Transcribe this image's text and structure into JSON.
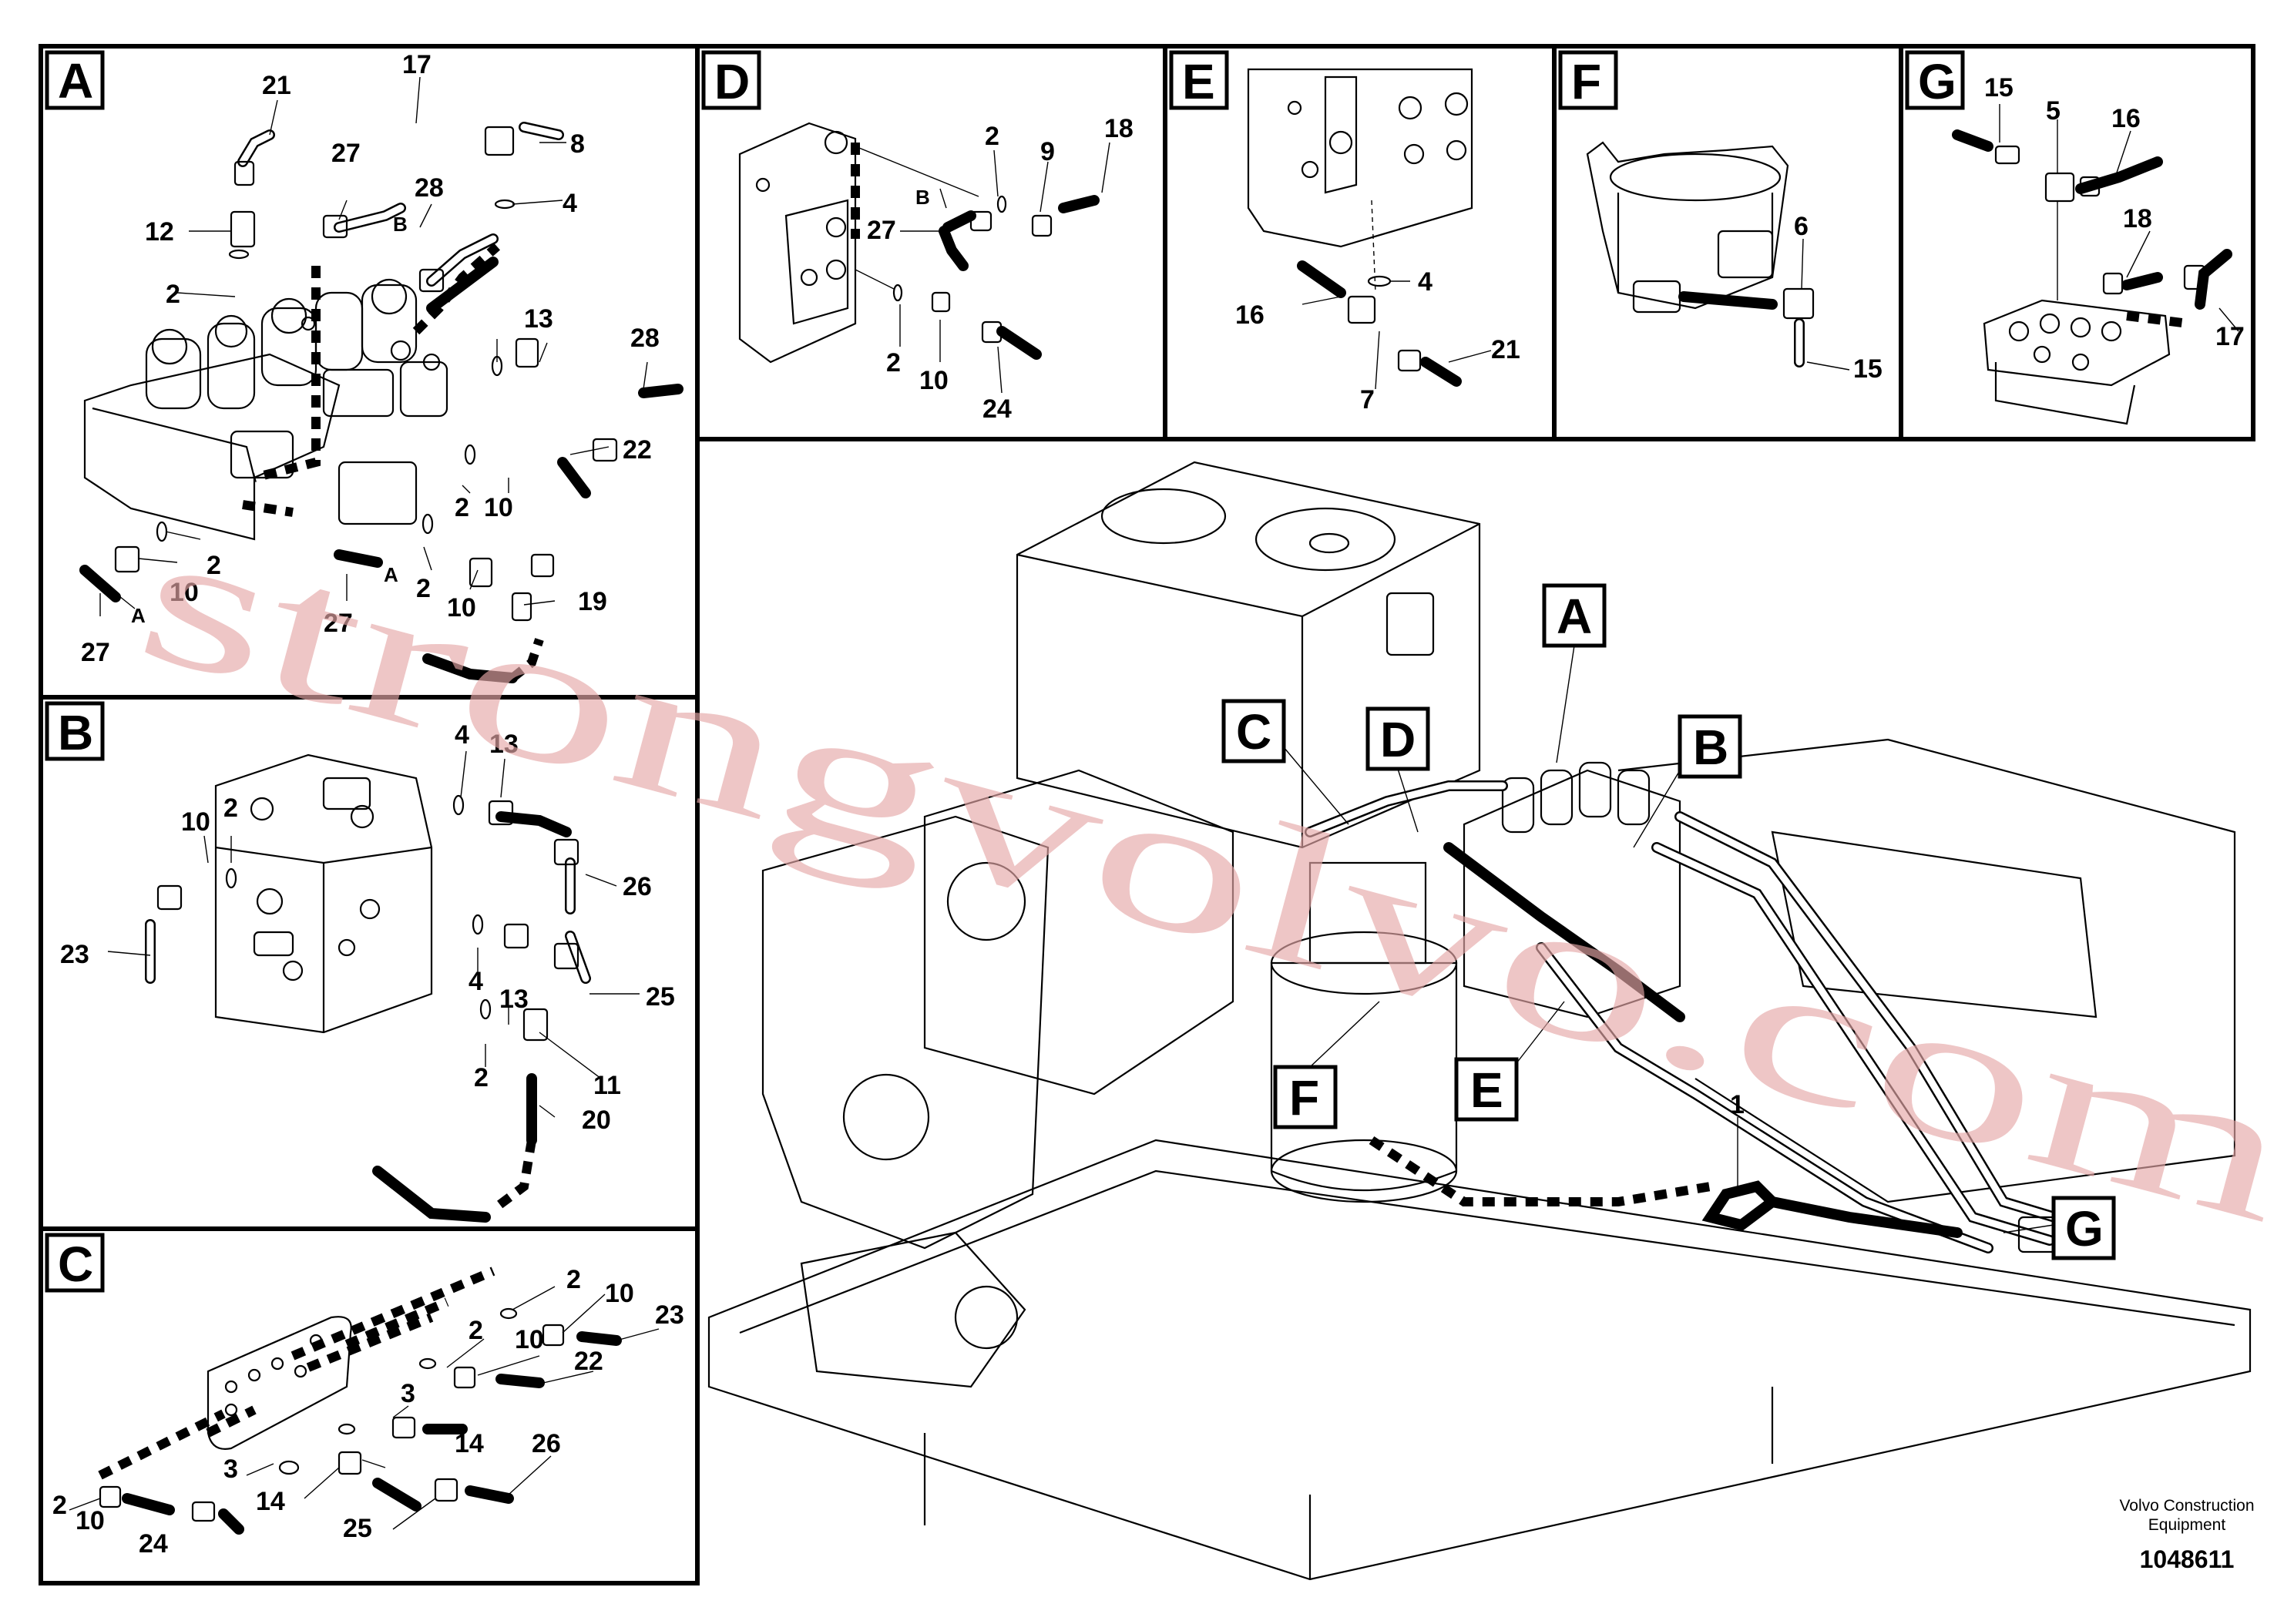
{
  "panels": {
    "A": {
      "letter": "A",
      "callouts": [
        "21",
        "17",
        "8",
        "27",
        "28",
        "B",
        "12",
        "4",
        "2",
        "13",
        "28",
        "22",
        "2",
        "10",
        "2",
        "10",
        "A",
        "2",
        "10",
        "19",
        "27",
        "27",
        "A"
      ]
    },
    "B": {
      "letter": "B",
      "callouts": [
        "4",
        "13",
        "10",
        "2",
        "26",
        "23",
        "4",
        "25",
        "13",
        "2",
        "11",
        "20"
      ]
    },
    "C": {
      "letter": "C",
      "callouts": [
        "2",
        "10",
        "2",
        "10",
        "23",
        "22",
        "3",
        "14",
        "26",
        "3",
        "14",
        "2",
        "10",
        "24",
        "25"
      ]
    },
    "D": {
      "letter": "D",
      "callouts": [
        "2",
        "9",
        "18",
        "B",
        "27",
        "2",
        "10",
        "24"
      ]
    },
    "E": {
      "letter": "E",
      "callouts": [
        "4",
        "16",
        "21",
        "7"
      ]
    },
    "F": {
      "letter": "F",
      "callouts": [
        "6",
        "15"
      ]
    },
    "G": {
      "letter": "G",
      "callouts": [
        "15",
        "5",
        "16",
        "18",
        "17"
      ]
    }
  },
  "main_view": {
    "markers": [
      "A",
      "C",
      "D",
      "B",
      "F",
      "E",
      "G"
    ],
    "callout_1": "1"
  },
  "footer": {
    "brand_line1": "Volvo Construction",
    "brand_line2": "Equipment",
    "drawing_number": "1048611"
  },
  "watermark": "strongvolvo.com"
}
